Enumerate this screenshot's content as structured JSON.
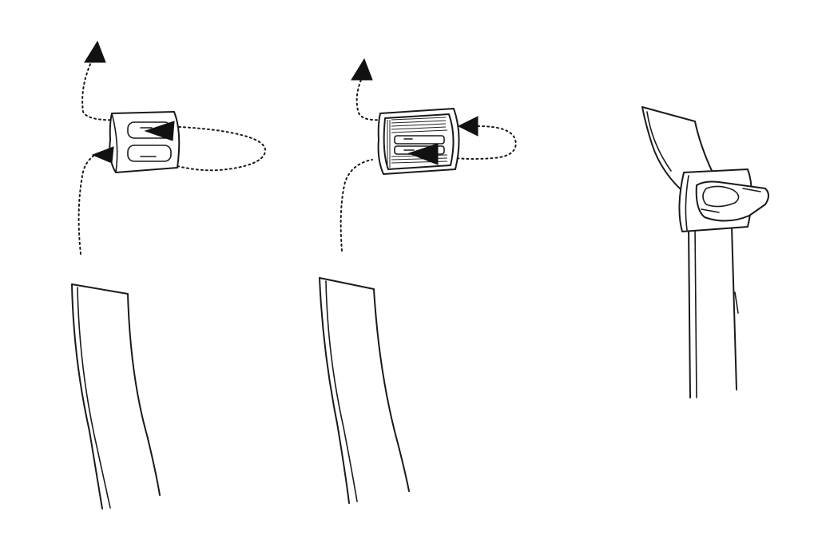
{
  "figure": {
    "panels": [
      {
        "id": "step-1",
        "description_hidden": true
      },
      {
        "id": "step-2",
        "description_hidden": true
      },
      {
        "id": "step-3",
        "description_hidden": true
      }
    ],
    "colors": {
      "ink": "#1a1a1a",
      "background": "#ffffff",
      "arrowhead": "#111111"
    },
    "icons": [
      "direction-arrow",
      "strap",
      "buckle"
    ]
  }
}
